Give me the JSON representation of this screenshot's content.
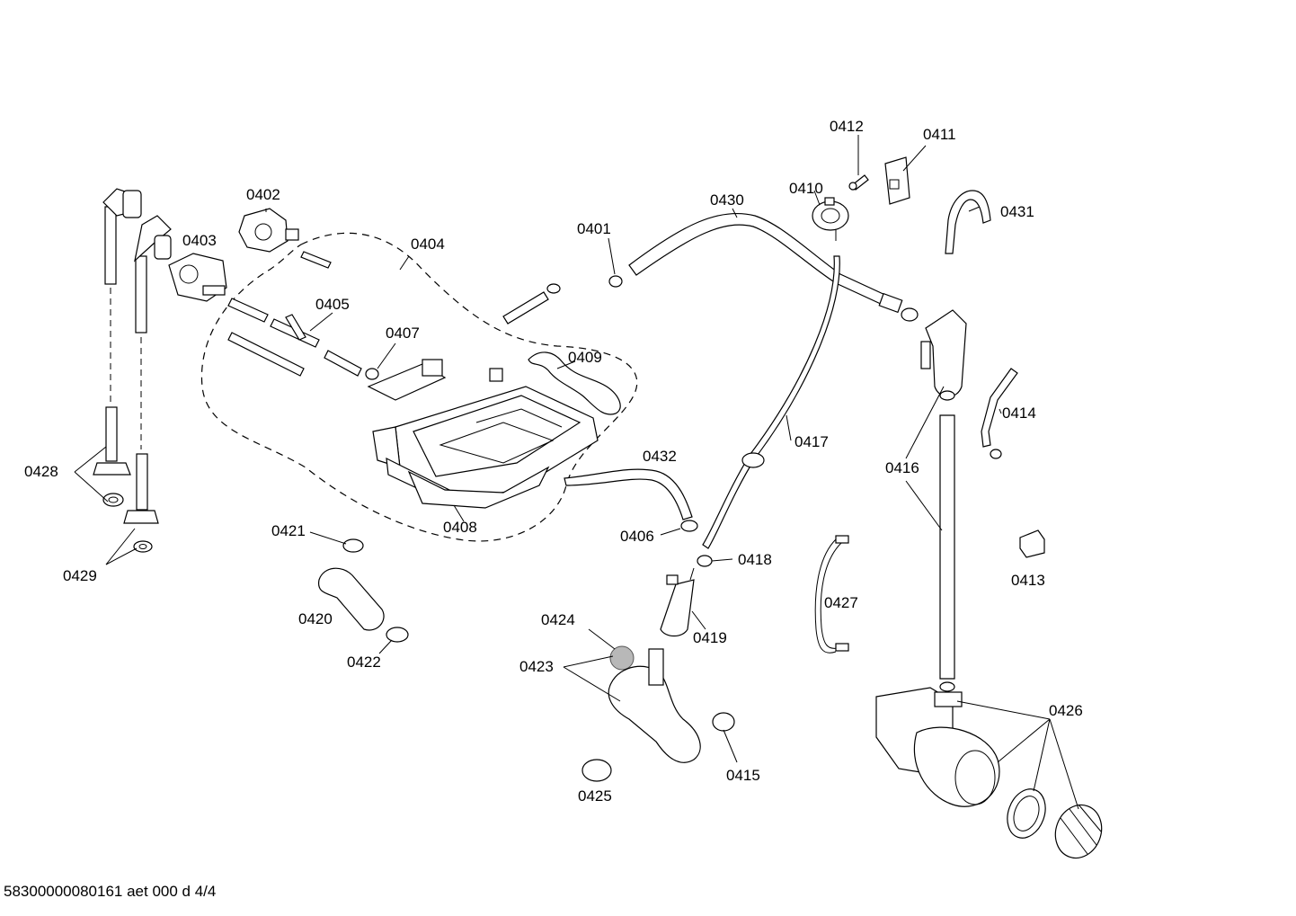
{
  "footer": {
    "text": "58300000080161 aet 000 d 4/4"
  },
  "labels": {
    "p0401": "0401",
    "p0402": "0402",
    "p0403": "0403",
    "p0404": "0404",
    "p0405": "0405",
    "p0406": "0406",
    "p0407": "0407",
    "p0408": "0408",
    "p0409": "0409",
    "p0410": "0410",
    "p0411": "0411",
    "p0412": "0412",
    "p0413": "0413",
    "p0414": "0414",
    "p0415": "0415",
    "p0416": "0416",
    "p0417": "0417",
    "p0418": "0418",
    "p0419": "0419",
    "p0420": "0420",
    "p0421": "0421",
    "p0422": "0422",
    "p0423": "0423",
    "p0424": "0424",
    "p0425": "0425",
    "p0426": "0426",
    "p0427": "0427",
    "p0428": "0428",
    "p0429": "0429",
    "p0430": "0430",
    "p0431": "0431",
    "p0432": "0432"
  }
}
